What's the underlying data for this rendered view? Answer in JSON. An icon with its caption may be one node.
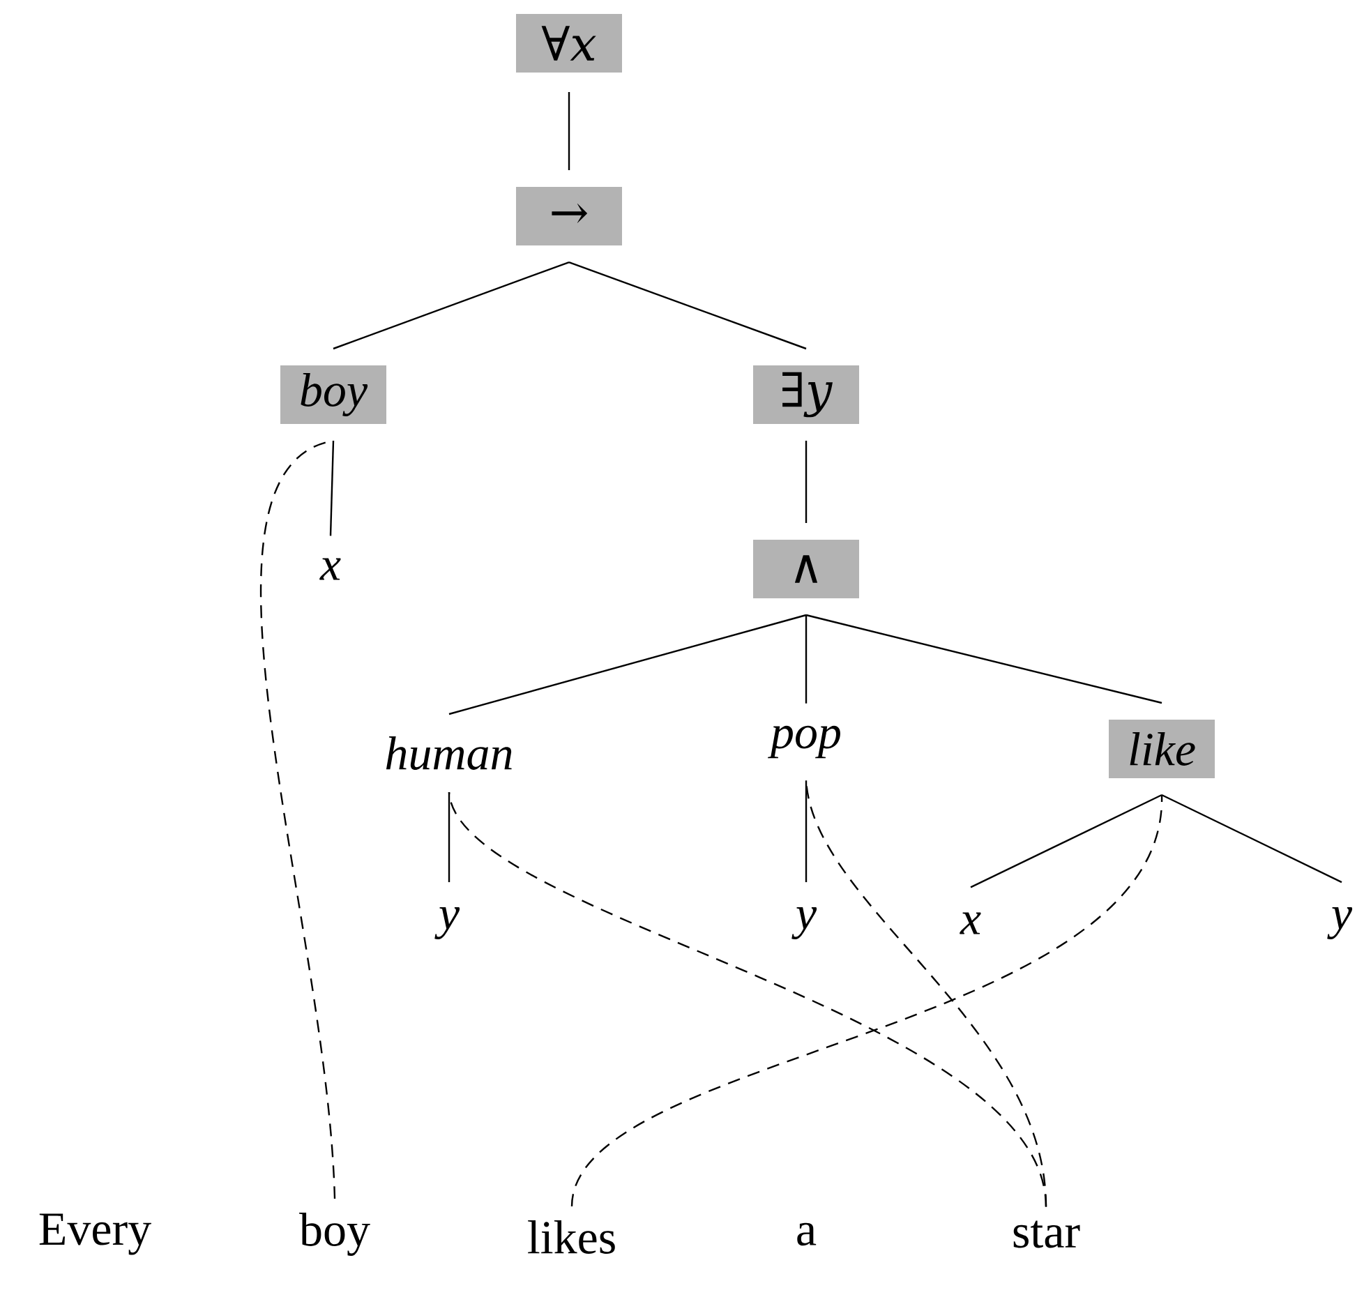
{
  "diagram": {
    "nodes": [
      {
        "text": [
          "∀*x*"
        ]
      },
      {
        "text": [
          "→"
        ]
      },
      {
        "text": [
          "boy"
        ]
      },
      {
        "text": [
          "∃*y*"
        ]
      },
      {
        "text": [
          "x"
        ]
      },
      {
        "text": [
          "∧"
        ]
      },
      {
        "text": [
          "human"
        ]
      },
      {
        "text": [
          "pop"
        ]
      },
      {
        "text": [
          "like"
        ]
      },
      {
        "text": [
          "y"
        ]
      },
      {
        "text": [
          "y"
        ]
      },
      {
        "text": [
          "x"
        ]
      },
      {
        "text": [
          "y"
        ]
      },
      {
        "text": [
          "Every"
        ]
      },
      {
        "text": [
          "boy"
        ]
      },
      {
        "text": [
          "likes"
        ]
      },
      {
        "text": [
          "a"
        ]
      },
      {
        "text": [
          "star"
        ]
      }
    ],
    "edges": [
      {
        "from": 0,
        "to": 1,
        "arrow": "none"
      },
      {
        "from": 1,
        "to": 2,
        "arrow": "none"
      },
      {
        "from": 1,
        "to": 3,
        "arrow": "none"
      },
      {
        "from": 2,
        "to": 4,
        "arrow": "none"
      },
      {
        "from": 3,
        "to": 5,
        "arrow": "none"
      },
      {
        "from": 5,
        "to": 6,
        "arrow": "none"
      },
      {
        "from": 5,
        "to": 7,
        "arrow": "none"
      },
      {
        "from": 5,
        "to": 8,
        "arrow": "none"
      },
      {
        "from": 6,
        "to": 9,
        "arrow": "none"
      },
      {
        "from": 7,
        "to": 10,
        "arrow": "none"
      },
      {
        "from": 8,
        "to": 11,
        "arrow": "none"
      },
      {
        "from": 8,
        "to": 12,
        "arrow": "none"
      },
      {
        "from": 14,
        "to": 2,
        "arrow": "none",
        "style": "dashed"
      },
      {
        "from": 15,
        "to": 8,
        "arrow": "none",
        "style": "dashed"
      },
      {
        "from": 17,
        "to": 6,
        "arrow": "none",
        "style": "dashed"
      },
      {
        "from": 17,
        "to": 7,
        "arrow": "none",
        "style": "dashed"
      }
    ]
  }
}
